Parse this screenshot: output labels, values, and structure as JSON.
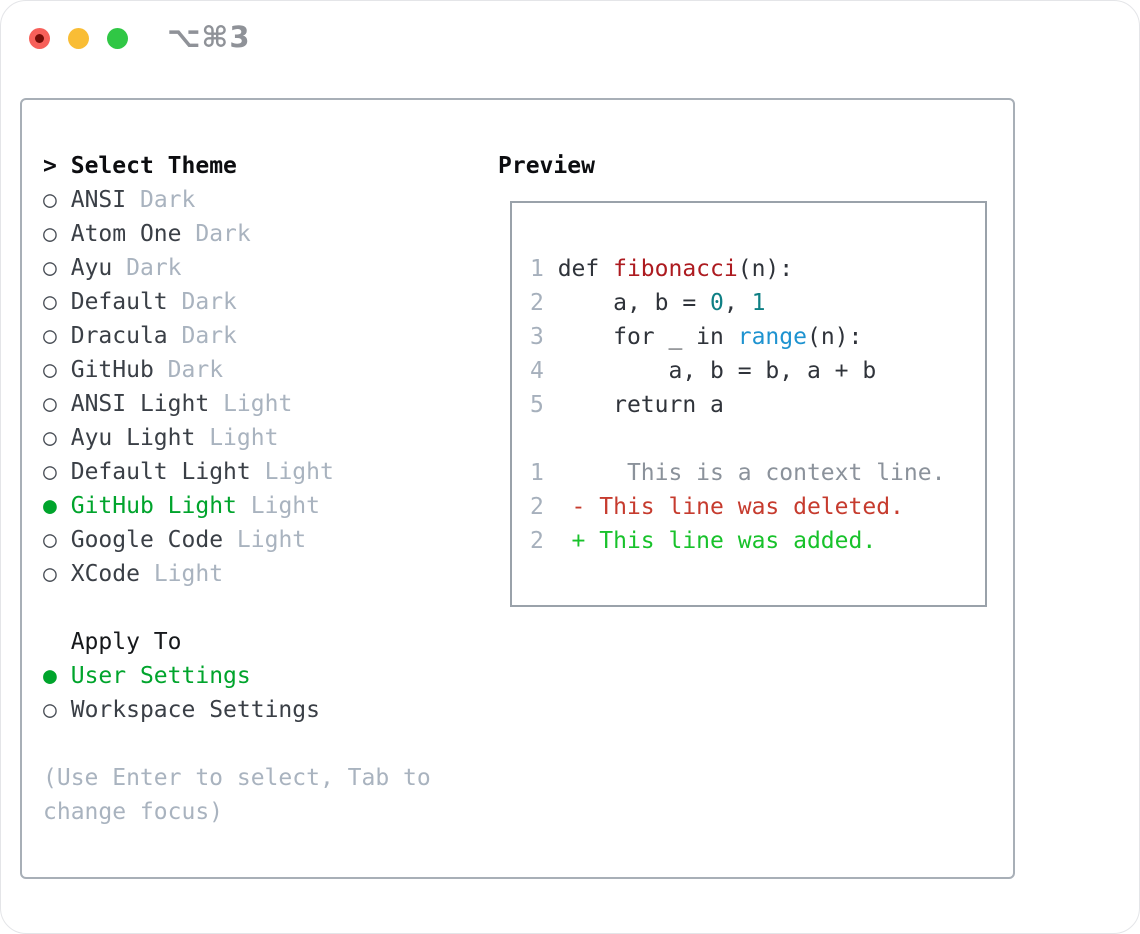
{
  "window": {
    "title": "⌥⌘3",
    "traffic_lights": {
      "close_color": "#f7605a",
      "minimize_color": "#f9bd35",
      "zoom_color": "#30c745"
    }
  },
  "icons": {
    "radio_unselected": "○",
    "radio_selected": "●",
    "prompt": ">"
  },
  "theme_picker": {
    "header": "Select Theme",
    "themes": [
      {
        "name": "ANSI",
        "variant": "Dark",
        "selected": false
      },
      {
        "name": "Atom One",
        "variant": "Dark",
        "selected": false
      },
      {
        "name": "Ayu",
        "variant": "Dark",
        "selected": false
      },
      {
        "name": "Default",
        "variant": "Dark",
        "selected": false
      },
      {
        "name": "Dracula",
        "variant": "Dark",
        "selected": false
      },
      {
        "name": "GitHub",
        "variant": "Dark",
        "selected": false
      },
      {
        "name": "ANSI Light",
        "variant": "Light",
        "selected": false
      },
      {
        "name": "Ayu Light",
        "variant": "Light",
        "selected": false
      },
      {
        "name": "Default Light",
        "variant": "Light",
        "selected": false
      },
      {
        "name": "GitHub Light",
        "variant": "Light",
        "selected": true
      },
      {
        "name": "Google Code",
        "variant": "Light",
        "selected": false
      },
      {
        "name": "XCode",
        "variant": "Light",
        "selected": false
      }
    ],
    "apply_to": {
      "header": "Apply To",
      "options": [
        {
          "label": "User Settings",
          "selected": true
        },
        {
          "label": "Workspace Settings",
          "selected": false
        }
      ]
    },
    "help_line1": "(Use Enter to select, Tab to",
    "help_line2": "change focus)"
  },
  "preview": {
    "header": "Preview",
    "lines": [
      {
        "name": "code-line-1",
        "segs": [
          [
            "ln",
            "1 "
          ],
          [
            "pl",
            "def "
          ],
          [
            "fn",
            "fibonacci"
          ],
          [
            "pl",
            "(n):"
          ]
        ]
      },
      {
        "name": "code-line-2",
        "segs": [
          [
            "ln",
            "2 "
          ],
          [
            "pl",
            "    a, b = "
          ],
          [
            "num",
            "0"
          ],
          [
            "pl",
            ", "
          ],
          [
            "num",
            "1"
          ]
        ]
      },
      {
        "name": "code-line-3",
        "segs": [
          [
            "ln",
            "3 "
          ],
          [
            "pl",
            "    for _ in "
          ],
          [
            "blu",
            "range"
          ],
          [
            "pl",
            "(n):"
          ]
        ]
      },
      {
        "name": "code-line-4",
        "segs": [
          [
            "ln",
            "4 "
          ],
          [
            "pl",
            "        a, b = b, a + b"
          ]
        ]
      },
      {
        "name": "code-line-5",
        "segs": [
          [
            "ln",
            "5 "
          ],
          [
            "pl",
            "    return a"
          ]
        ]
      },
      {
        "name": "blank-line",
        "segs": []
      },
      {
        "name": "diff-context-line",
        "segs": [
          [
            "ln",
            "1 "
          ],
          [
            "ctx",
            "     This is a context line."
          ]
        ]
      },
      {
        "name": "diff-deleted-line",
        "segs": [
          [
            "ln",
            "2 "
          ],
          [
            "del",
            " - This line was deleted."
          ]
        ]
      },
      {
        "name": "diff-added-line",
        "segs": [
          [
            "ln",
            "2 "
          ],
          [
            "add",
            " + This line was added."
          ]
        ]
      }
    ]
  },
  "colors": {
    "selection_green": "#00a42c",
    "added_green": "#18c22b",
    "deleted_red": "#c63b2e",
    "function_red": "#ad1b20",
    "number_teal": "#0e7f84",
    "builtin_blue": "#1e93d0",
    "muted_gray": "#a9b3bf",
    "context_gray": "#8b929b",
    "text_dark": "#3a3f46",
    "border_gray": "#a8afb7"
  }
}
